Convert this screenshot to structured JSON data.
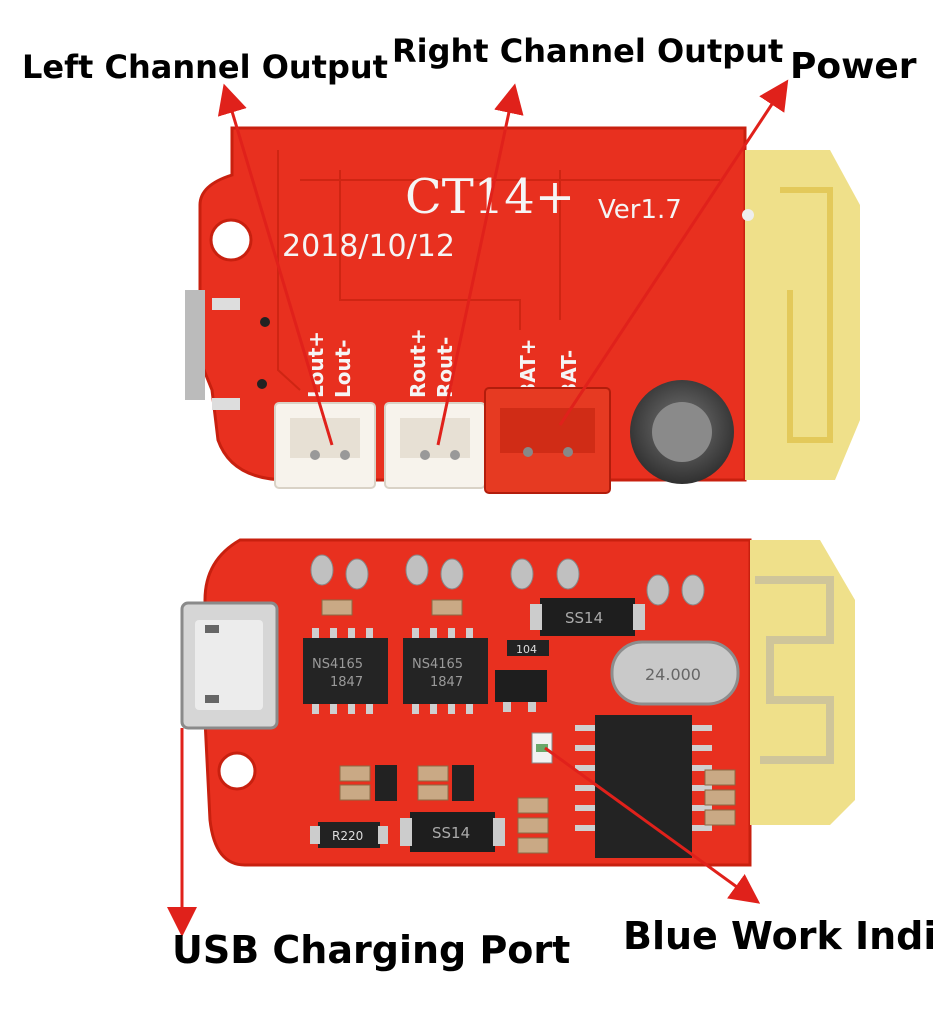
{
  "labels": {
    "left_channel": "Left Channel Output",
    "right_channel": "Right Channel Output",
    "power": "Power",
    "usb": "USB Charging Port",
    "blue_indicator": "Blue Work Indica"
  },
  "board_top": {
    "model": "CT14+",
    "version": "Ver1.7",
    "date": "2018/10/12",
    "pins": [
      "Lout+",
      "Lout-",
      "Rout+",
      "Rout-",
      "BAT+",
      "BAT-"
    ]
  },
  "board_bottom": {
    "chip_1": "NS4165",
    "chip_1_code": "1847",
    "chip_2": "NS4165",
    "chip_2_code": "1847",
    "diode_top": "SS14",
    "diode_bottom": "SS14",
    "crystal": "24.000",
    "resistor_1": "104",
    "resistor_2": "R220"
  },
  "colors": {
    "pcb_red": "#e8301f",
    "pcb_edge": "#d42412",
    "antenna": "#efe08a",
    "arrow": "#e0211b"
  }
}
